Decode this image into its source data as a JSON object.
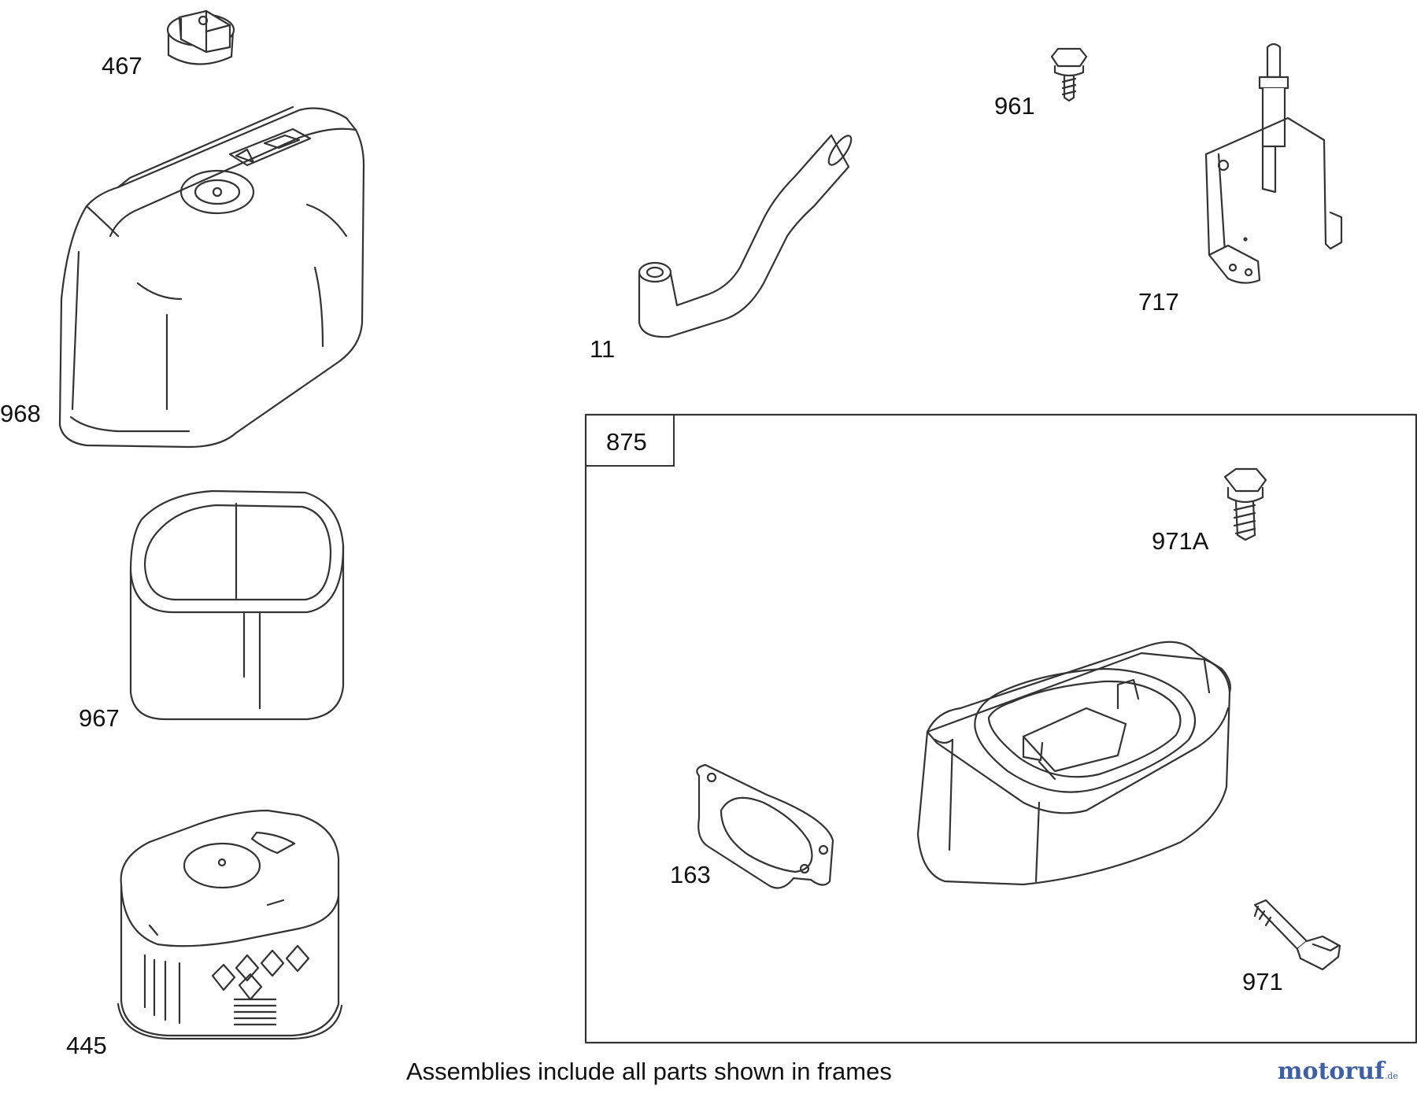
{
  "parts": {
    "p467": "467",
    "p968": "968",
    "p967": "967",
    "p445": "445",
    "p11": "11",
    "p961": "961",
    "p717": "717",
    "p971a": "971A",
    "p163": "163",
    "p971": "971"
  },
  "assembly": {
    "label": "875"
  },
  "caption": "Assemblies include all parts shown in frames",
  "watermark": {
    "text": "motoruf",
    "suffix": ".de"
  },
  "icons": [
    "fuel-cap-icon",
    "fuel-tank-icon",
    "pre-filter-icon",
    "air-filter-cartridge-icon",
    "fuel-line-icon",
    "screw-icon",
    "bracket-icon",
    "bolt-icon",
    "gasket-icon",
    "air-cleaner-base-icon"
  ],
  "colors": {
    "line": "#333333",
    "background": "#ffffff",
    "watermark": "#3f5f9f"
  }
}
